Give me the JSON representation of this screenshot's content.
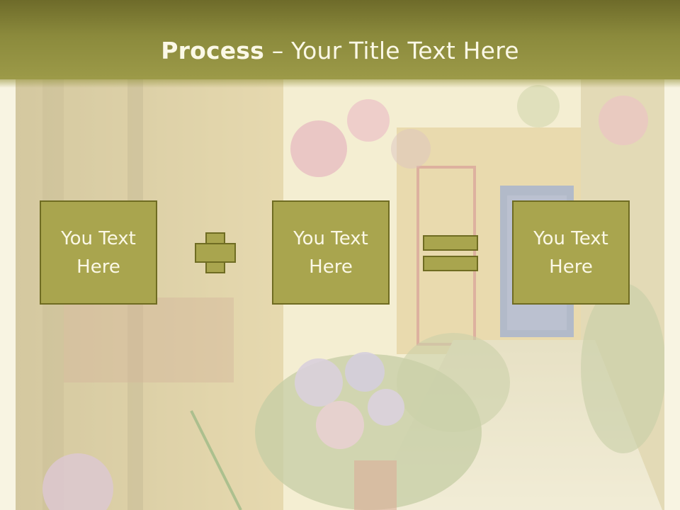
{
  "slide": {
    "title_bold": "Process",
    "title_dash": " – ",
    "title_rest": "Your Title Text Here",
    "boxes": [
      {
        "line1": "You Text",
        "line2": "Here"
      },
      {
        "line1": "You Text",
        "line2": "Here"
      },
      {
        "line1": "You Text",
        "line2": "Here"
      }
    ]
  },
  "colors": {
    "header": "#8b8a3c",
    "box_fill": "#a9a54e",
    "box_border": "#6f6c22",
    "text": "#fbf8e6"
  }
}
